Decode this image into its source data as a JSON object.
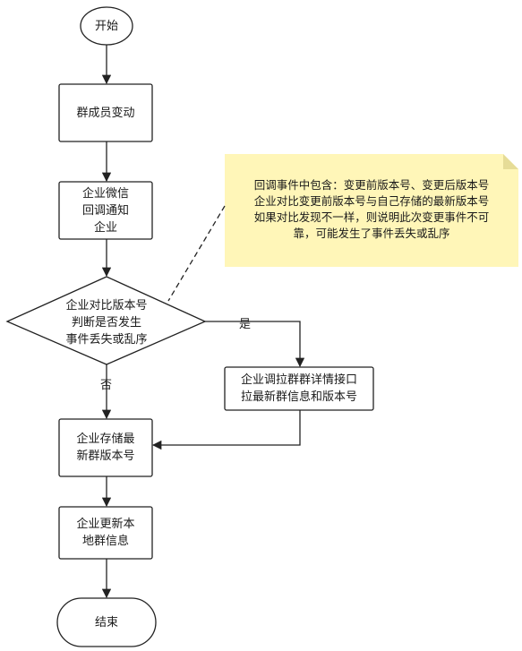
{
  "colors": {
    "stroke": "#222222",
    "node_fill": "#ffffff",
    "note_fill": "#fff6b8",
    "note_fold": "#e6dc97"
  },
  "nodes": {
    "start": {
      "text": "开始"
    },
    "member_change": {
      "text": "群成员变动"
    },
    "wechat_callback": {
      "lines": [
        "企业微信",
        "回调通知",
        "企业"
      ]
    },
    "version_check": {
      "lines": [
        "企业对比版本号",
        "判断是否发生",
        "事件丢失或乱序"
      ]
    },
    "pull_group": {
      "lines": [
        "企业调拉群群详情接口",
        "拉最新群信息和版本号"
      ]
    },
    "store_version": {
      "lines": [
        "企业存储最",
        "新群版本号"
      ]
    },
    "update_local": {
      "lines": [
        "企业更新本",
        "地群信息"
      ]
    },
    "end": {
      "text": "结束"
    }
  },
  "edges": {
    "yes_label": "是",
    "no_label": "否"
  },
  "note": {
    "lines": [
      "回调事件中包含：变更前版本号、变更后版本号",
      "企业对比变更前版本号与自己存储的最新版本号",
      "如果对比发现不一样，则说明此次变更事件不可",
      "靠，可能发生了事件丢失或乱序"
    ]
  }
}
